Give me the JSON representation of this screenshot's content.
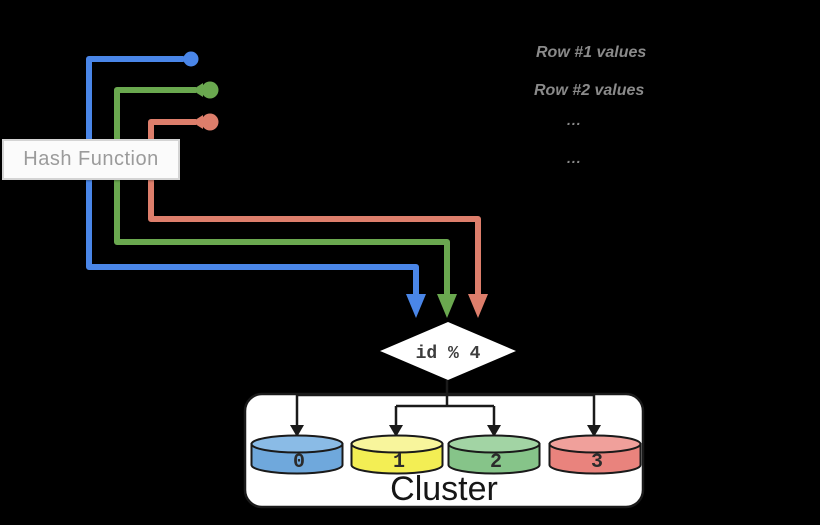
{
  "colors": {
    "background": "#000000",
    "row1_line": "#4a86e8",
    "row2_line": "#6aa84f",
    "row3_line": "#dd7e6b",
    "cylinder_0_fill": "#6fa8dc",
    "cylinder_0_top": "#8abbe6",
    "cylinder_1_fill": "#f3ee54",
    "cylinder_1_top": "#f8f59c",
    "cylinder_2_fill": "#86c489",
    "cylinder_2_top": "#a2d4a4",
    "cylinder_3_fill": "#e9837d",
    "cylinder_3_top": "#f0a09b",
    "outline": "#1a1a1a",
    "hash_box_border": "#d4d4d4",
    "hash_box_fill": "#fbfbfb",
    "muted_text": "#8a8a8a"
  },
  "hash_function": {
    "label": "Hash Function"
  },
  "rows": {
    "row1_label": "Row #1 values",
    "row2_label": "Row #2 values",
    "ellipsis1": "...",
    "ellipsis2": "..."
  },
  "hash_selector": {
    "label": "id % 4"
  },
  "cluster": {
    "label": "Cluster",
    "nodes": [
      {
        "label": "0"
      },
      {
        "label": "1"
      },
      {
        "label": "2"
      },
      {
        "label": "3"
      }
    ]
  }
}
